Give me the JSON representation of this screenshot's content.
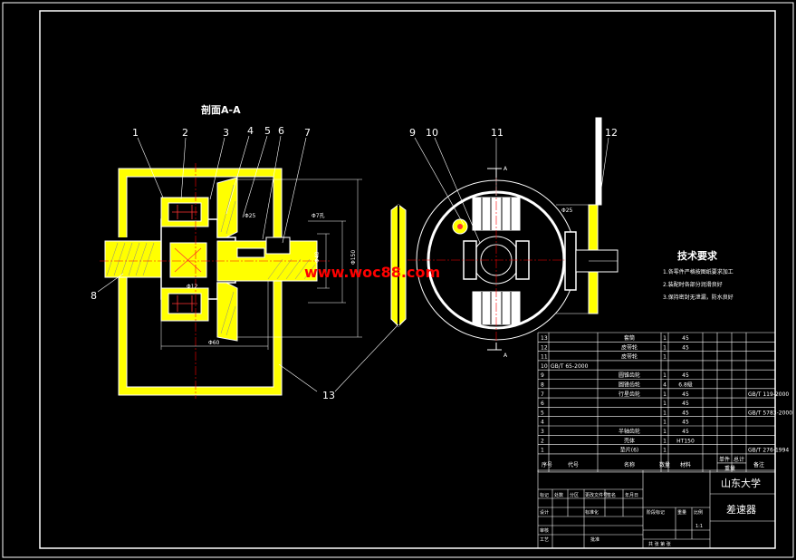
{
  "colors": {
    "background": "#000000",
    "line": "#ffffff",
    "section": "#ffff00",
    "hatch": "#ff3333",
    "center_line": "#ff0000",
    "dimension": "#ffffff",
    "watermark": "#ff0000"
  },
  "section_view": {
    "title": "剖面A-A",
    "part_labels": [
      "1",
      "2",
      "3",
      "4",
      "5",
      "6",
      "7",
      "8"
    ],
    "dims": {
      "d1": "Φ12",
      "d2": "Φ25",
      "d3": "Φ40",
      "d4": "Φ60",
      "d5": "Φ150",
      "d6": "Φ7孔"
    }
  },
  "end_view": {
    "part_labels": [
      "9",
      "10",
      "11",
      "12",
      "13"
    ],
    "section_mark": "A",
    "dim": "Φ25"
  },
  "watermark": "www.woc88.com",
  "tech_requirements": {
    "title": "技术要求",
    "items": [
      "1.各零件严格按图纸要求加工",
      "2.装配时各部分润滑良好",
      "3.保持密封无泄漏，防水良好"
    ]
  },
  "bom": {
    "rows": [
      {
        "no": "13",
        "code": "",
        "name": "套筒",
        "qty": "1",
        "material": "45",
        "note": ""
      },
      {
        "no": "12",
        "code": "",
        "name": "皮带轮",
        "qty": "1",
        "material": "45",
        "note": ""
      },
      {
        "no": "11",
        "code": "",
        "name": "皮带轮",
        "qty": "1",
        "material": "",
        "note": ""
      },
      {
        "no": "10",
        "code": "GB/T 65-2000",
        "name": "",
        "qty": "",
        "material": "",
        "note": ""
      },
      {
        "no": "9",
        "code": "",
        "name": "圆锥齿轮",
        "qty": "1",
        "material": "45",
        "note": ""
      },
      {
        "no": "8",
        "code": "",
        "name": "圆锥齿轮",
        "qty": "4",
        "material": "6.8级",
        "note": ""
      },
      {
        "no": "7",
        "code": "",
        "name": "行星齿轮",
        "qty": "1",
        "material": "45",
        "note": "GB/T 119-2000"
      },
      {
        "no": "6",
        "code": "",
        "name": "",
        "qty": "1",
        "material": "45",
        "note": ""
      },
      {
        "no": "5",
        "code": "",
        "name": "",
        "qty": "1",
        "material": "45",
        "note": "GB/T 5783-2000"
      },
      {
        "no": "4",
        "code": "",
        "name": "",
        "qty": "1",
        "material": "45",
        "note": ""
      },
      {
        "no": "3",
        "code": "",
        "name": "半轴齿轮",
        "qty": "1",
        "material": "45",
        "note": ""
      },
      {
        "no": "2",
        "code": "",
        "name": "壳体",
        "qty": "1",
        "material": "HT150",
        "note": ""
      },
      {
        "no": "1",
        "code": "",
        "name": "垫片(6)",
        "qty": "1",
        "material": "",
        "note": "GB/T 276-1994"
      }
    ],
    "header": {
      "no": "序号",
      "code": "代号",
      "name": "名称",
      "qty": "数量",
      "material": "材料",
      "unit_weight": "单件",
      "total_weight": "总计",
      "weight": "重量",
      "note": "备注"
    }
  },
  "title_block": {
    "school": "山东大学",
    "drawing_name": "差速器",
    "labels": {
      "mark": "标记",
      "count": "处数",
      "zone": "分区",
      "change_doc": "更改文件号",
      "sign": "签名",
      "date": "年月日",
      "design": "设计",
      "standardize": "标准化",
      "stage_mark": "阶段标记",
      "weight": "重量",
      "scale": "比例",
      "review": "审核",
      "process": "工艺",
      "approve": "批准",
      "sheets": "共 张 第 张"
    },
    "scale_value": "1:1"
  }
}
